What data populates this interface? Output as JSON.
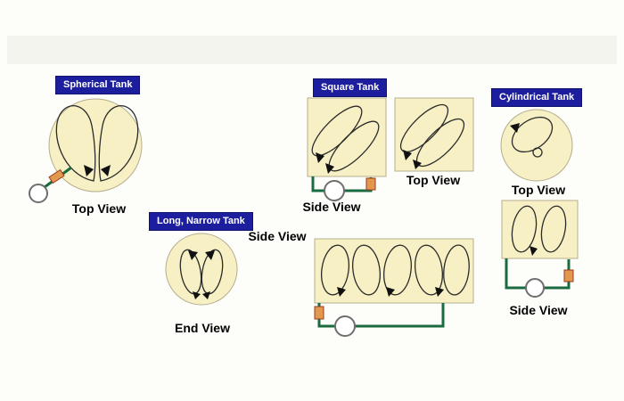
{
  "sections": {
    "spherical": {
      "title": "Spherical Tank",
      "top_view": "Top View"
    },
    "square": {
      "title": "Square Tank",
      "side_view": "Side View",
      "top_view": "Top View"
    },
    "cylindrical": {
      "title": "Cylindrical Tank",
      "top_view": "Top View",
      "side_view": "Side View"
    },
    "long_narrow": {
      "title": "Long, Narrow Tank",
      "side_view": "Side View",
      "end_view": "End View"
    }
  },
  "icons": {
    "pump": "open-circle",
    "valve": "orange-rectangle",
    "flow_arrow": "black-triangle"
  },
  "colors": {
    "tank_fill": "#f6f0c4",
    "label_background": "#1c1e9e",
    "pipe_green": "#1a6b40",
    "valve_orange": "#e2984d"
  }
}
